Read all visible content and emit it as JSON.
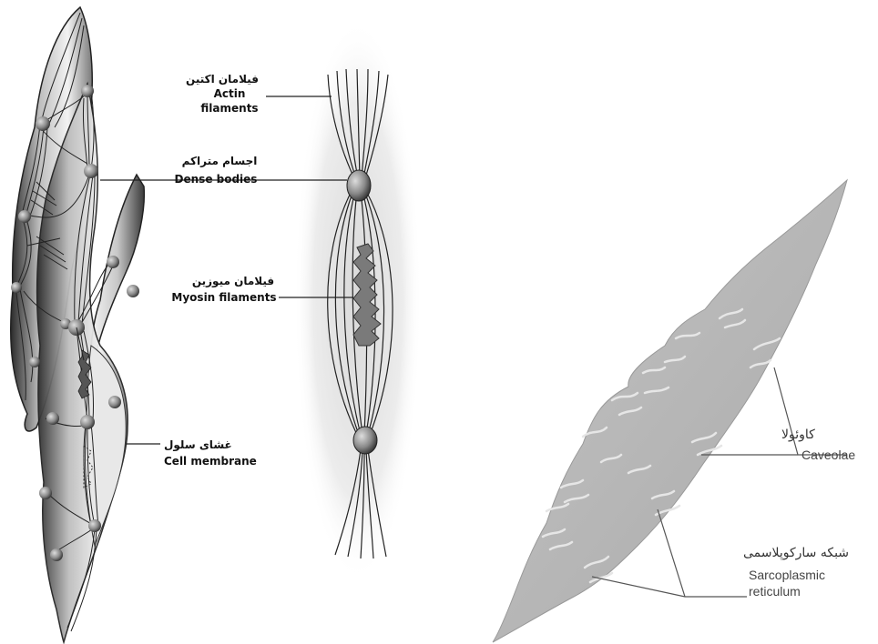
{
  "left_panel": {
    "labels": [
      {
        "key": "actin",
        "fa": "فیلامان اکتین",
        "en_line1": "Actin",
        "en_line2": "filaments"
      },
      {
        "key": "dense",
        "fa": "اجسام متراکم",
        "en_line1": "Dense bodies",
        "en_line2": ""
      },
      {
        "key": "myosin",
        "fa": "فیلامان میوزین",
        "en_line1": "Myosin filaments",
        "en_line2": ""
      },
      {
        "key": "membrane",
        "fa": "غشای سلول",
        "en_line1": "Cell membrane",
        "en_line2": ""
      }
    ]
  },
  "right_panel": {
    "labels": [
      {
        "key": "caveolae",
        "fa": "کاوئولا",
        "en_line1": "Caveolae",
        "en_line2": ""
      },
      {
        "key": "sr",
        "fa": "شبکه سارکوپلاسمی",
        "en_line1": "Sarcoplasmic",
        "en_line2": "reticulum"
      }
    ]
  },
  "colors": {
    "cell_fill": "#b9b9b9",
    "cell_stroke": "#888888",
    "leader_line": "#555555",
    "filament": "#222222",
    "dense_body": "#777777"
  }
}
